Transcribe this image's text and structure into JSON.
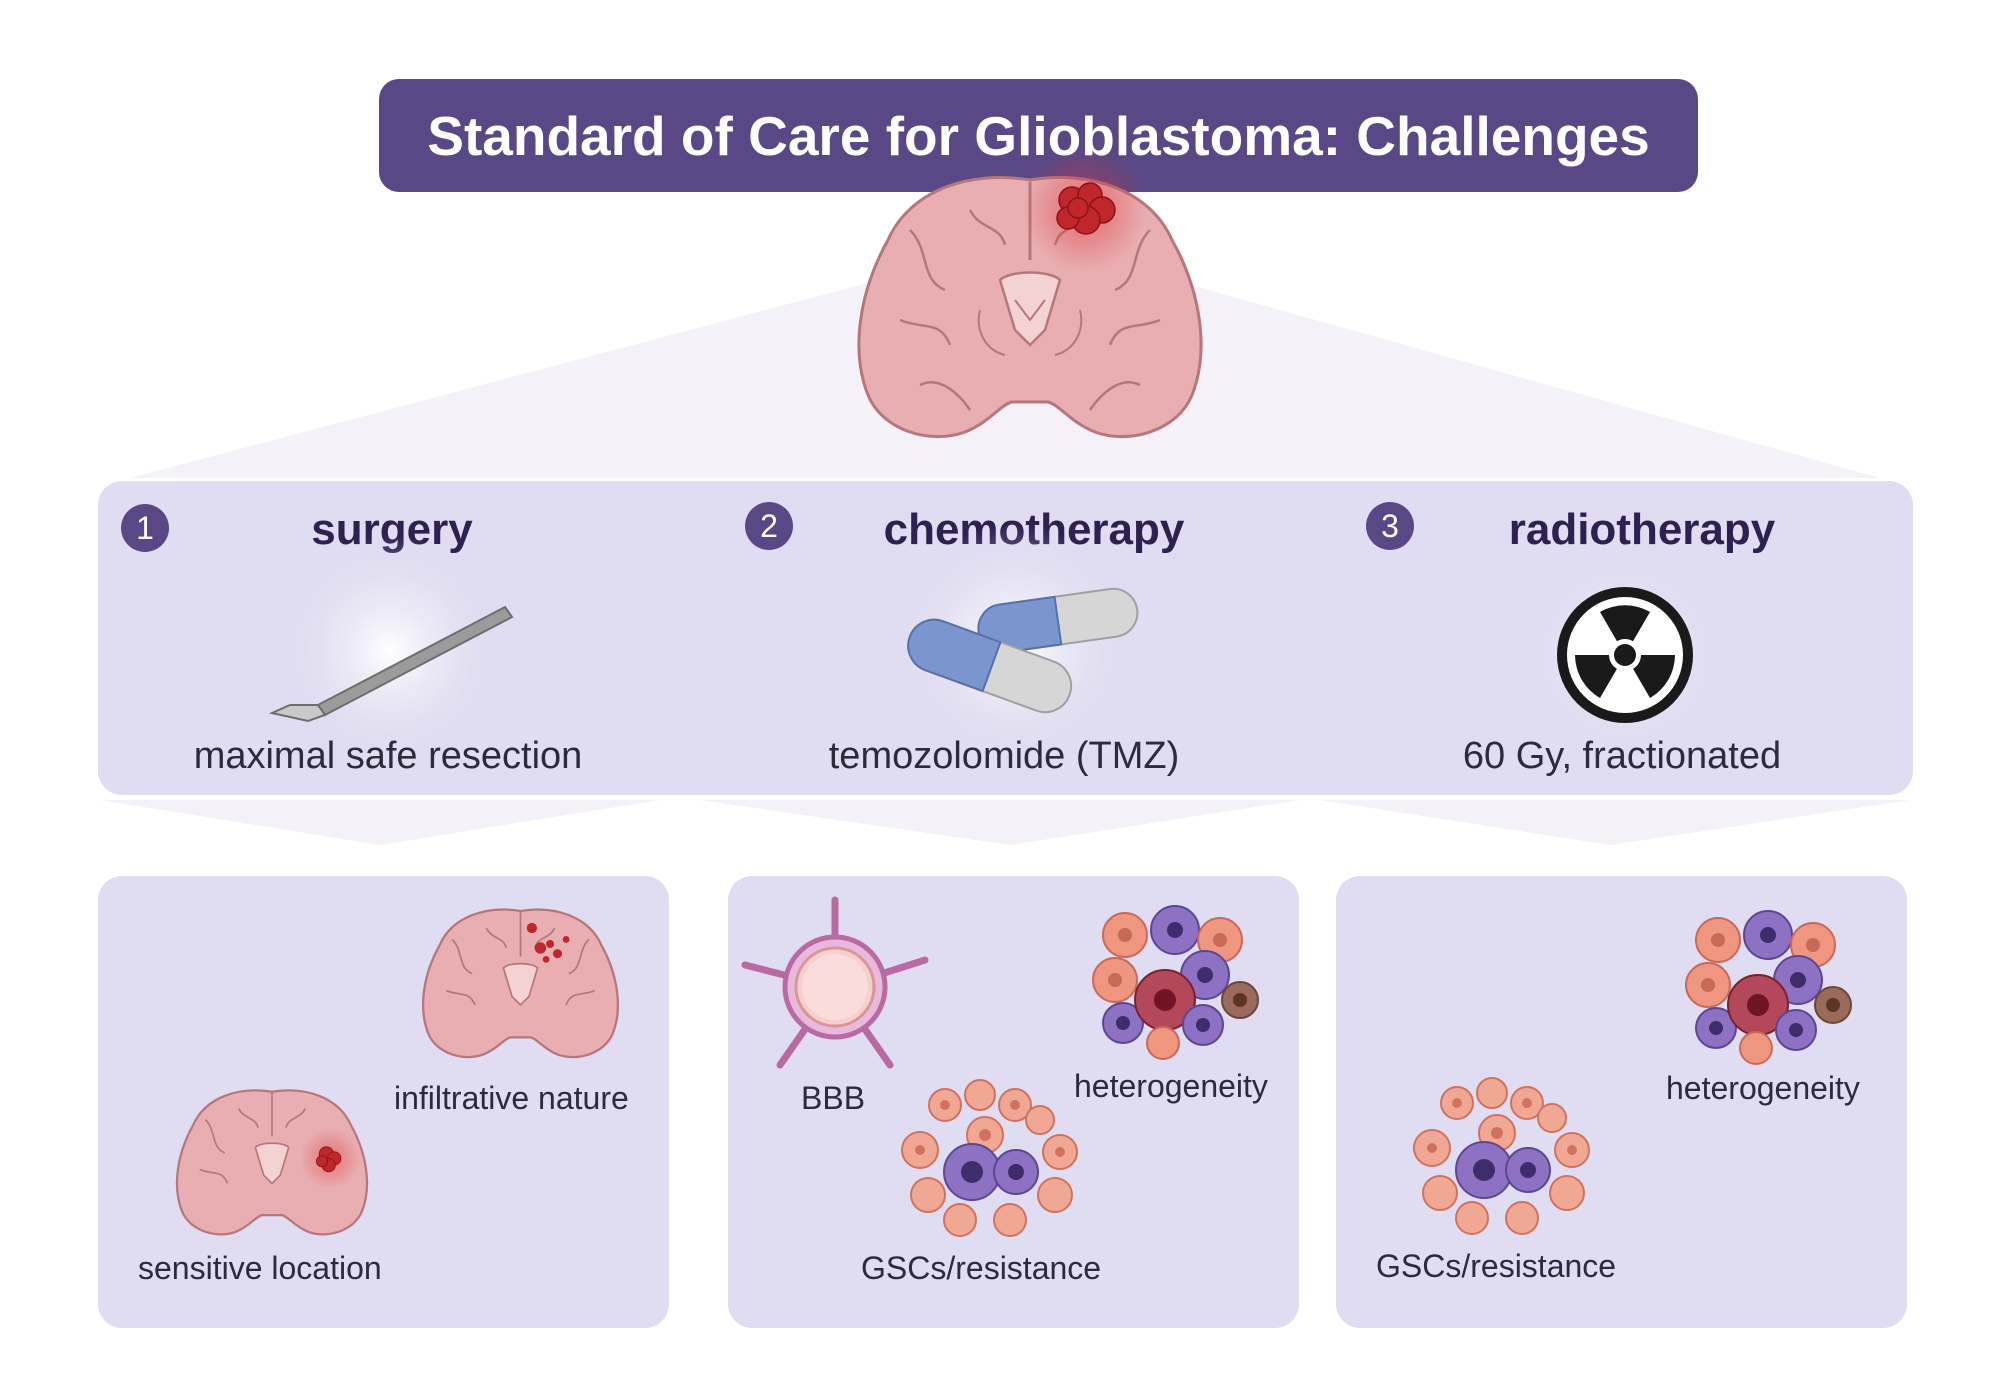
{
  "title": "Standard of Care for Glioblastoma: Challenges",
  "colors": {
    "title_bg": "#5a4785",
    "panel_bg": "#e0dcf1",
    "tumor": "#c0272d",
    "brain": "#e8aeb1"
  },
  "treatments": [
    {
      "number": "1",
      "heading": "surgery",
      "caption": "maximal safe resection",
      "icon": "scalpel-icon"
    },
    {
      "number": "2",
      "heading": "chemotherapy",
      "caption": "temozolomide (TMZ)",
      "icon": "capsules-icon"
    },
    {
      "number": "3",
      "heading": "radiotherapy",
      "caption": "60 Gy, fractionated",
      "icon": "radiation-icon"
    }
  ],
  "challenges": {
    "surgery": {
      "infiltrative": "infiltrative nature",
      "sensitive": "sensitive location"
    },
    "chemotherapy": {
      "bbb": "BBB",
      "heterogeneity": "heterogeneity",
      "gscs": "GSCs/resistance"
    },
    "radiotherapy": {
      "heterogeneity": "heterogeneity",
      "gscs": "GSCs/resistance"
    }
  }
}
